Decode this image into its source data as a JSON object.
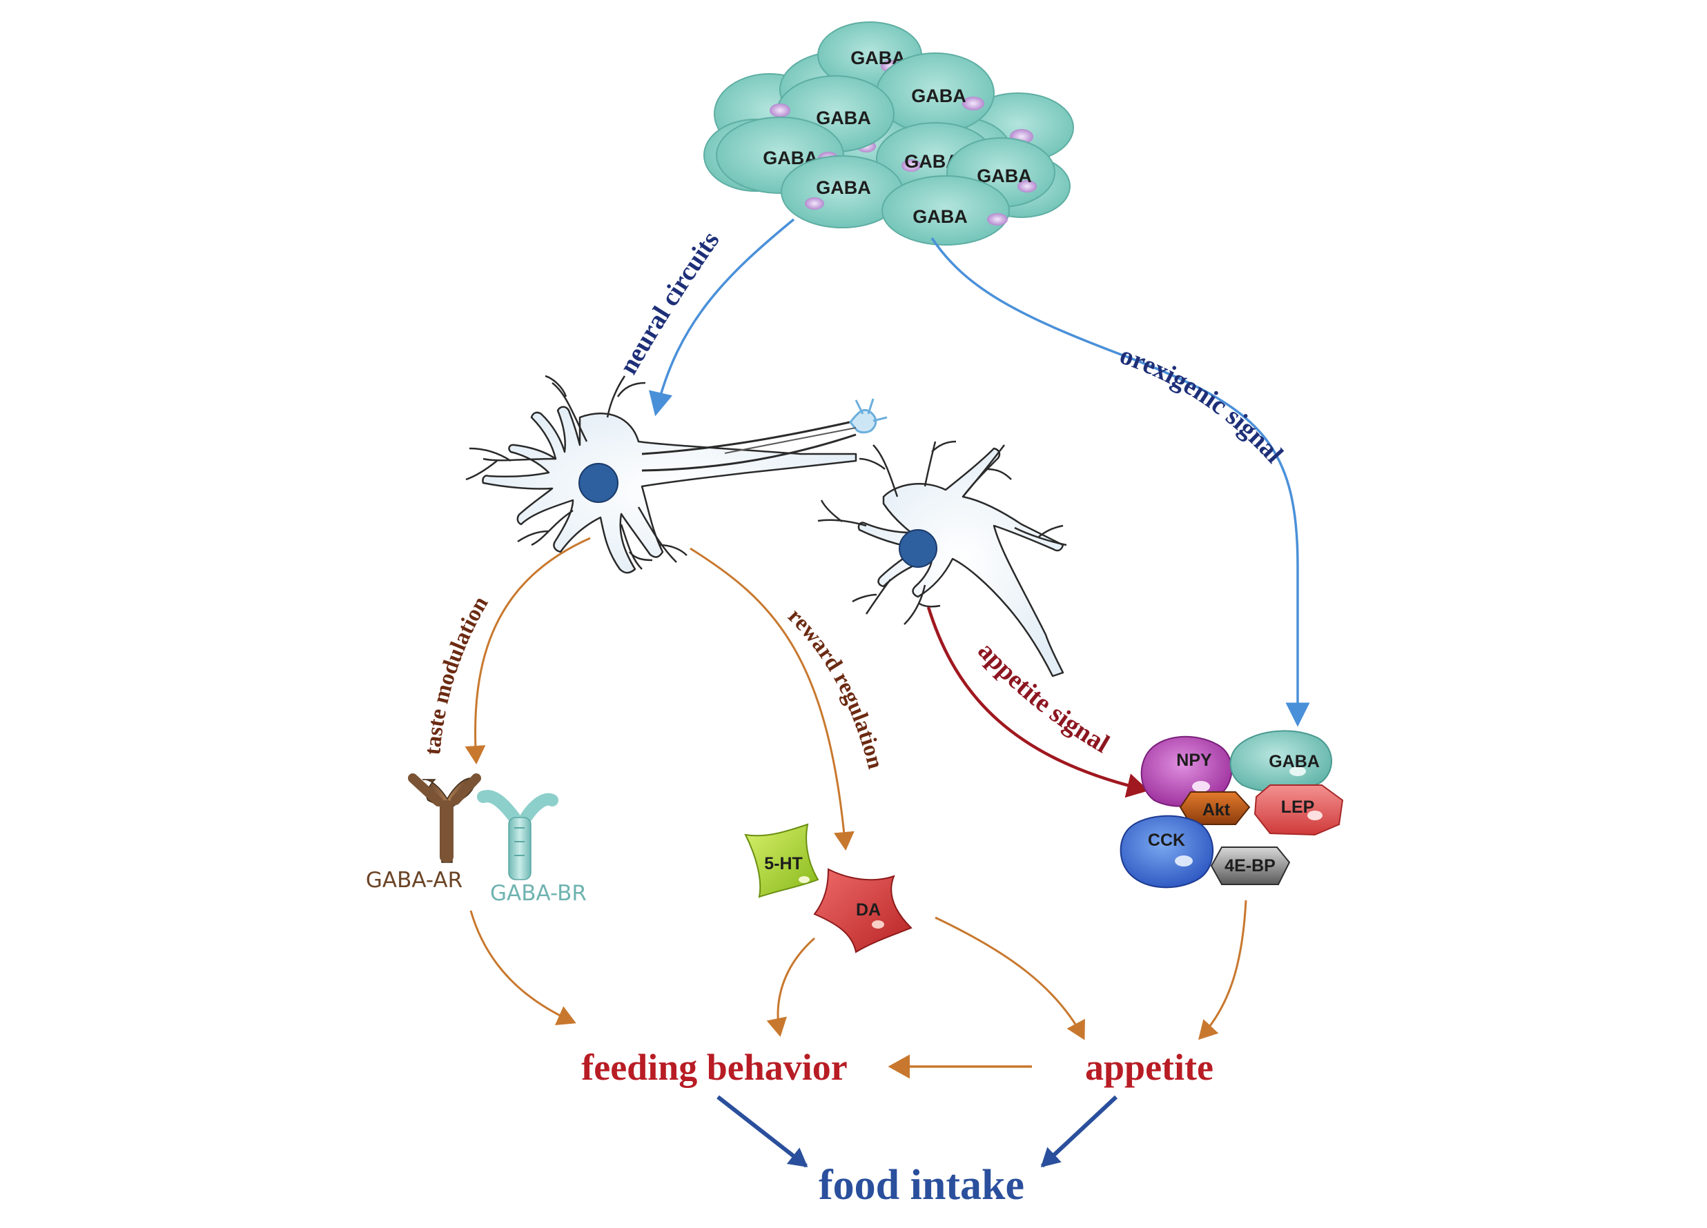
{
  "gaba_cluster": {
    "cells": [
      "GABA",
      "GABA",
      "GABA",
      "GABA",
      "GABA",
      "GABA",
      "GABA",
      "GABA"
    ]
  },
  "pathways": {
    "neural_circuits": "neural circuits",
    "orexigenic_signal": "orexigenic signal",
    "taste_modulation": "taste modulation",
    "reward_regulation": "reward regulation",
    "appetite_signal": "appetite signal"
  },
  "receptors": {
    "gaba_ar": "GABA-AR",
    "gaba_br": "GABA-BR"
  },
  "neurotransmitters": {
    "serotonin": "5-HT",
    "dopamine": "DA"
  },
  "protein_complex": {
    "npy": "NPY",
    "gaba": "GABA",
    "akt": "Akt",
    "lep": "LEP",
    "cck": "CCK",
    "fourebp": "4E-BP"
  },
  "outcomes": {
    "feeding_behavior": "feeding behavior",
    "appetite": "appetite",
    "food_intake": "food intake"
  },
  "colors": {
    "gaba_cell": "#8fd3c8",
    "blue_arrow": "#4a90d9",
    "orange_arrow": "#c8782e",
    "dark_red_arrow": "#a01820",
    "outcome_red": "#b81c24",
    "food_intake_blue": "#2a4f9c",
    "pathway_navy": "#1e2f78",
    "pathway_brown": "#6b2a12"
  }
}
